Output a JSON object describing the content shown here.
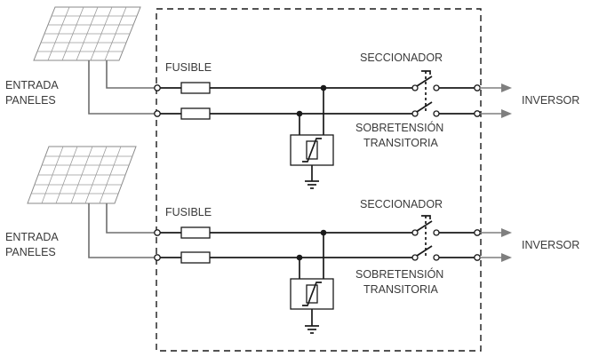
{
  "labels": {
    "entrada_top_1": "ENTRADA",
    "entrada_top_2": "PANELES",
    "entrada_bot_1": "ENTRADA",
    "entrada_bot_2": "PANELES",
    "fusible_top": "FUSIBLE",
    "fusible_bot": "FUSIBLE",
    "seccionador_top": "SECCIONADOR",
    "seccionador_bot": "SECCIONADOR",
    "sobre_top_1": "SOBRETENSIÓN",
    "sobre_top_2": "TRANSITORIA",
    "sobre_bot_1": "SOBRETENSIÓN",
    "sobre_bot_2": "TRANSITORIA",
    "inversor_top": "INVERSOR",
    "inversor_bot": "INVERSOR"
  },
  "colors": {
    "line": "#1a1a1a",
    "panel": "#8a8a8a",
    "arrow": "#7f7f7f",
    "text": "#3a3a3a"
  },
  "icons": {
    "panel": "solar-panel-icon",
    "fuse": "fuse-icon",
    "switch": "disconnect-switch-icon",
    "surge": "surge-protector-icon",
    "ground": "ground-icon",
    "arrow": "output-arrow-icon"
  }
}
